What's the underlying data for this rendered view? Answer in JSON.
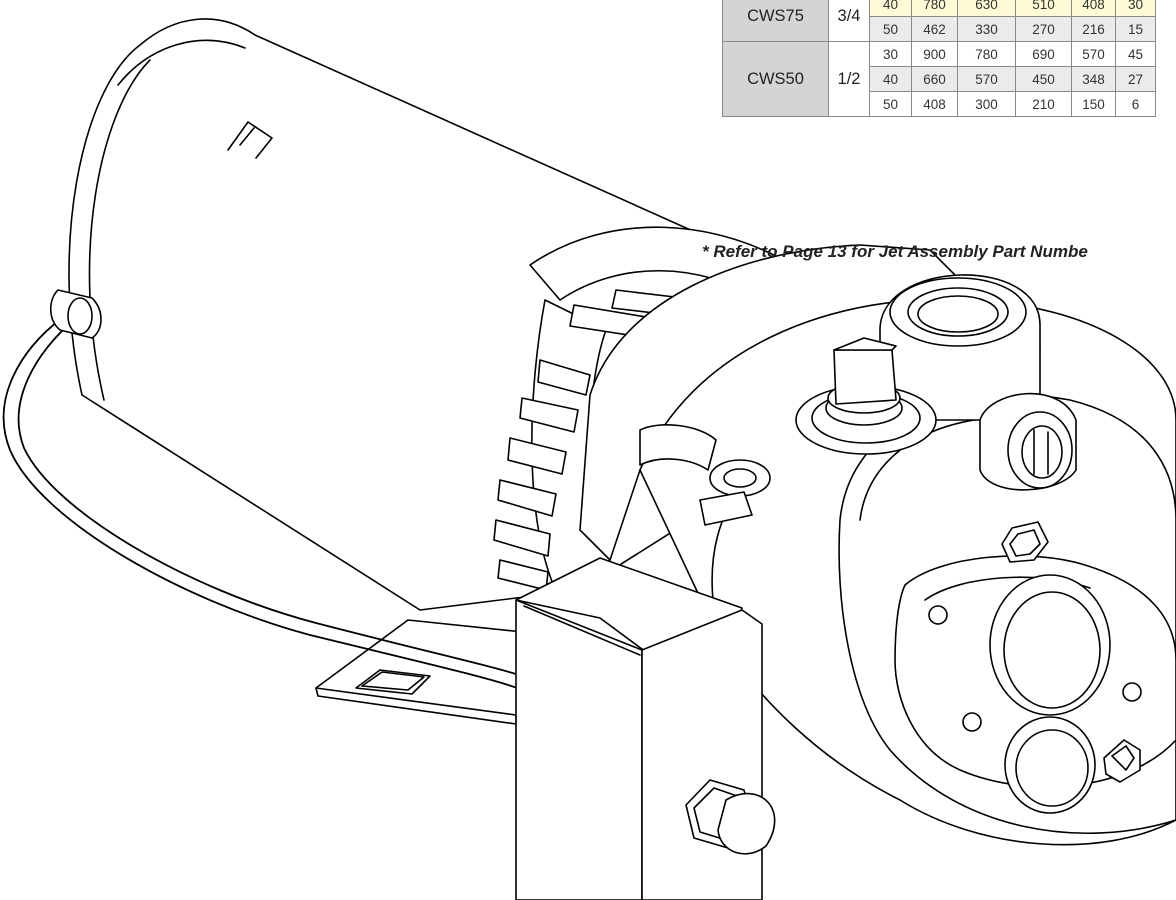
{
  "table": {
    "rows": [
      {
        "model": "CWS75",
        "hp": "3/4",
        "pressure": "40",
        "values": [
          "780",
          "630",
          "510",
          "408",
          "30"
        ]
      },
      {
        "model": "",
        "hp": "",
        "pressure": "50",
        "values": [
          "462",
          "330",
          "270",
          "216",
          "15"
        ]
      },
      {
        "model": "CWS50",
        "hp": "1/2",
        "pressure": "30",
        "values": [
          "900",
          "780",
          "690",
          "570",
          "45"
        ]
      },
      {
        "model": "",
        "hp": "",
        "pressure": "40",
        "values": [
          "660",
          "570",
          "450",
          "348",
          "27"
        ]
      },
      {
        "model": "",
        "hp": "",
        "pressure": "50",
        "values": [
          "408",
          "300",
          "210",
          "150",
          "6"
        ]
      }
    ]
  },
  "footnote": "* Refer to Page 13 for Jet Assembly Part Numbe",
  "drawing": {
    "subject": "shallow well jet pump line drawing"
  },
  "colors": {
    "model_cell": "#d4d4d4",
    "row_shade": "#ebebeb",
    "row_highlight": "#fffbd6",
    "line": "#000000"
  }
}
